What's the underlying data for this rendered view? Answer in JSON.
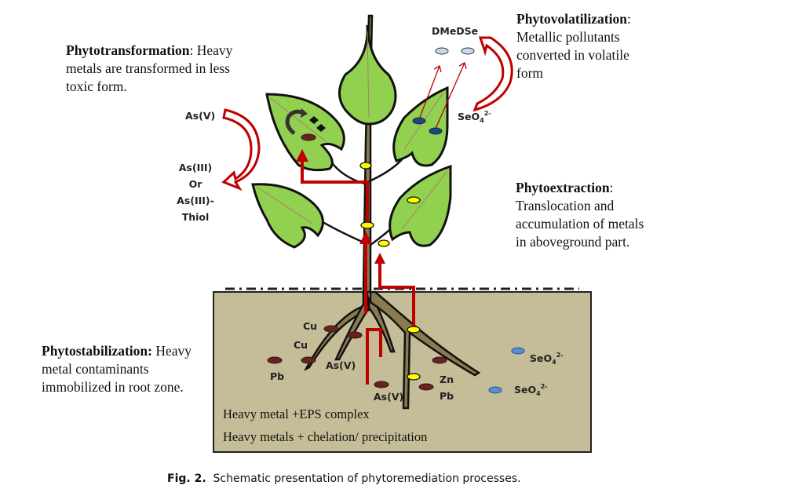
{
  "processes": {
    "phytotransformation": {
      "title": "Phytotransformation",
      "sep": ": ",
      "text_1": "Heavy",
      "text_2": "metals are transformed in less",
      "text_3": "toxic form."
    },
    "phytovolatilization": {
      "title": "Phytovolatilization",
      "sep": ":",
      "text_1": "Metallic pollutants",
      "text_2": "converted in volatile",
      "text_3": "form"
    },
    "phytoextraction": {
      "title": "Phytoextraction",
      "sep": ":",
      "text_1": "Translocation and",
      "text_2": "accumulation of metals",
      "text_3": "in aboveground part."
    },
    "phytostabilization": {
      "title": "Phytostabilization:",
      "text_1": " Heavy",
      "text_2": "metal contaminants",
      "text_3": "immobilized in root zone."
    }
  },
  "labels": {
    "as_v_top": "As(V)",
    "as_iii_1": "As(III)",
    "as_iii_or": "Or",
    "as_iii_2": "As(III)-",
    "as_iii_3": "Thiol",
    "dmedse": "DMeDSe",
    "seo4_leaf": {
      "base": "SeO",
      "sub": "4",
      "sup": "2-"
    },
    "soil_cu_1": "Cu",
    "soil_cu_2": "Cu",
    "soil_pb_left": "Pb",
    "soil_as_v_1": "As(V)",
    "soil_as_v_2": "As(V)",
    "soil_zn": "Zn",
    "soil_pb_right": "Pb",
    "soil_seo4_1": {
      "base": "SeO",
      "sub": "4",
      "sup": "2-"
    },
    "soil_seo4_2": {
      "base": "SeO",
      "sub": "4",
      "sup": "2-"
    }
  },
  "soil": {
    "line_1": "Heavy metal +EPS complex",
    "line_2": "Heavy metals + chelation/ precipitation"
  },
  "caption": {
    "label": "Fig. 2.",
    "text": "Schematic presentation of phytoremediation processes."
  },
  "colors": {
    "leaf": "#92d050",
    "soil": "#c4bd97",
    "arrow_red": "#c00000",
    "metal_dot": "#632523",
    "yellow_marker": "#ffff00",
    "seo4_blue": "#558ed5",
    "leaf_blue": "#1f497d",
    "volatile": "#c6d9f1",
    "stem": "#8a7a4f"
  }
}
